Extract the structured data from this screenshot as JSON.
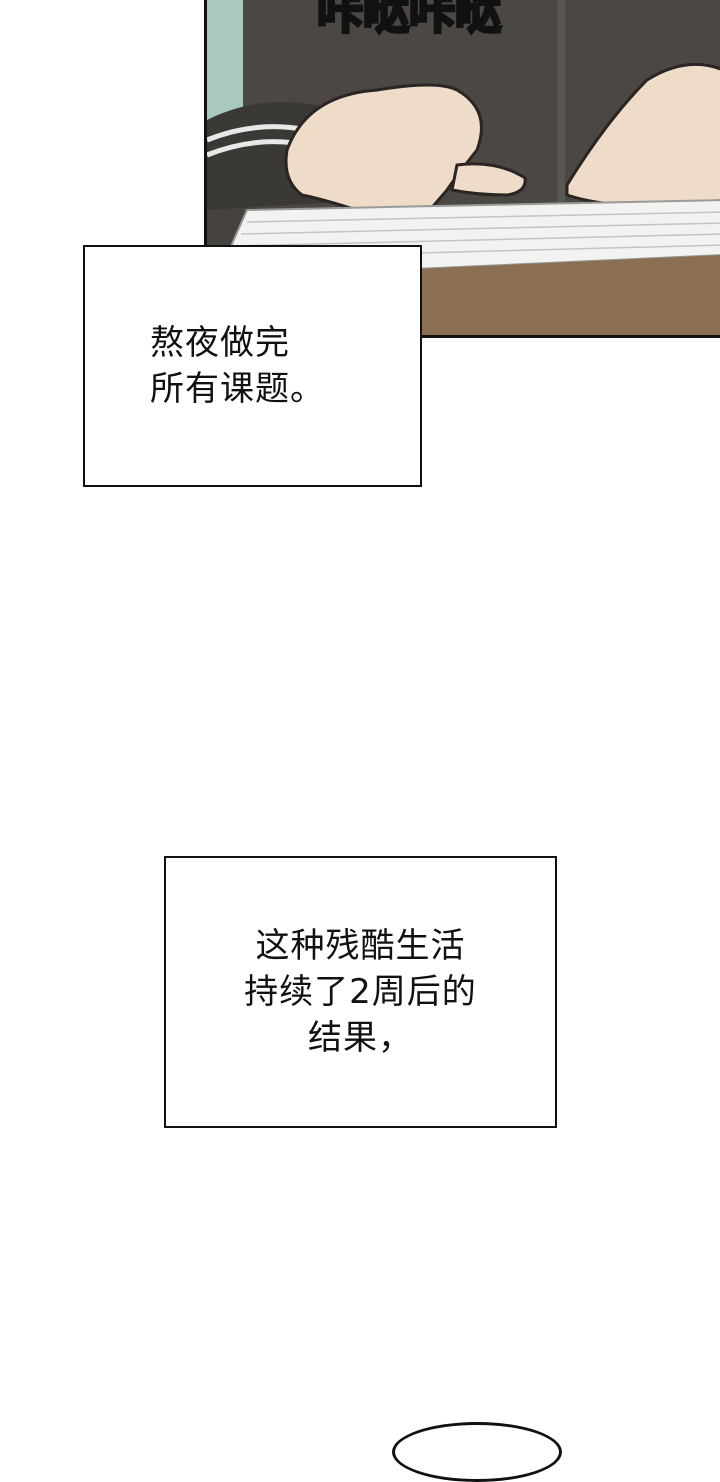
{
  "panel": {
    "sfx_text": "咔哒咔哒",
    "colors": {
      "background": "#46423e",
      "sleeve": "#3a3936",
      "skin": "#efdcc8",
      "keyboard": "#f2f2f0",
      "desk": "#8a6f52",
      "window": "#a9c9c0"
    }
  },
  "captions": [
    {
      "lines": [
        "熬夜做完",
        "所有课题。"
      ]
    },
    {
      "lines": [
        "这种残酷生活",
        "持续了2周后的",
        "结果，"
      ]
    }
  ]
}
